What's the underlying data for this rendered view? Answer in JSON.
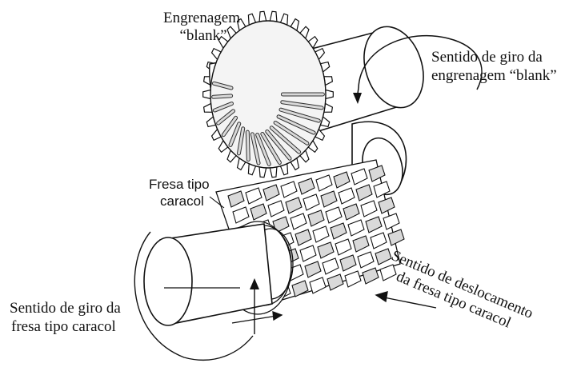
{
  "labels": {
    "blank_gear_line1": "Engrenagem",
    "blank_gear_line2": "“blank”",
    "blank_rotation_line1": "Sentido de giro da",
    "blank_rotation_line2": "engrenagem “blank”",
    "hob_line1": "Fresa tipo",
    "hob_line2": "caracol",
    "hob_rotation_line1": "Sentido de giro da",
    "hob_rotation_line2": "fresa tipo caracol",
    "feed_line1": "Sentido de deslocamento",
    "feed_line2": "da fresa tipo caracol"
  },
  "colors": {
    "ink": "#111111",
    "tooth_fill": "#d9d9d9",
    "paper": "#ffffff"
  }
}
